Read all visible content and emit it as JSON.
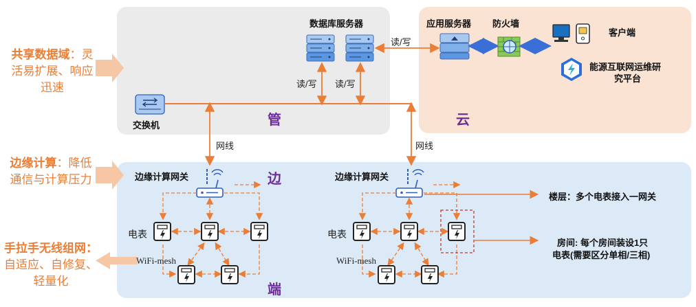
{
  "left_notes": [
    {
      "title": "共享数据域",
      "sep": "：",
      "line1_rest": "灵",
      "line2": "活易扩展、响应",
      "line3": "迅速"
    },
    {
      "title": "边缘计算",
      "sep": "：",
      "line1_rest": "降低",
      "line2": "通信与计算压力"
    },
    {
      "title": "手拉手无线组网",
      "sep": "：",
      "line2": "自适应、自修复、",
      "line3": "轻量化"
    }
  ],
  "mgmt": {
    "db_server": "数据库服务器",
    "switch": "交换机",
    "rw1": "读/写",
    "rw2": "读/写",
    "rw3": "读/写",
    "tier": "管"
  },
  "cloud": {
    "app_server": "应用服务器",
    "firewall": "防火墙",
    "client": "客户端",
    "platform_line1": "能源互联网运维研",
    "platform_line2": "究平台",
    "tier": "云"
  },
  "links": {
    "cable_left": "网线",
    "cable_right": "网线"
  },
  "edge": {
    "tier_top": "边",
    "tier_bottom": "端",
    "gateway_left": "边缘计算网关",
    "gateway_right": "边缘计算网关",
    "meter_left": "电表",
    "meter_right": "电表",
    "mesh_left": "WiFi-mesh",
    "mesh_right": "WiFi-mesh",
    "floor_note": "楼层：多个电表接入一网关",
    "room_note_line1": "房间: 每个房间装设1只",
    "room_note_line2": "电表(需要区分单相/三相)"
  },
  "colors": {
    "orange": "#ea7e36",
    "purple": "#6d2e9a",
    "blue": "#3a6fd8",
    "gray_panel": "#ebebeb",
    "cloud_panel": "#fae3d3",
    "edge_panel": "#dce9f6"
  }
}
